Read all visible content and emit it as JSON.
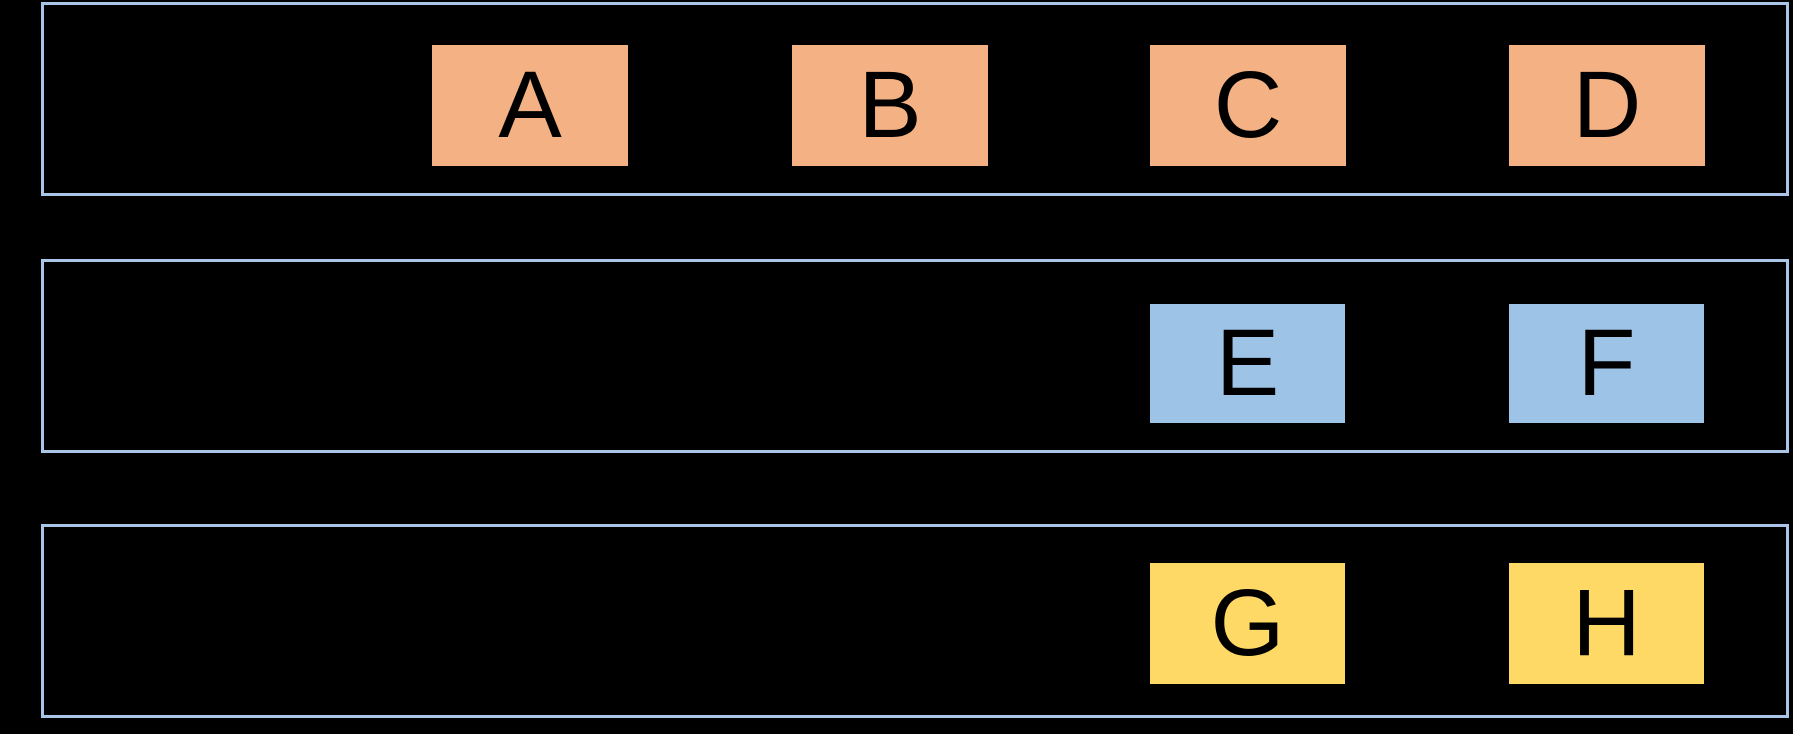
{
  "diagram": {
    "background_color": "#000000",
    "lane_border_color": "#A9C6E8",
    "label_color": "#000000",
    "lanes": [
      {
        "boxes": [
          {
            "label": "A",
            "fill": "#F4B183"
          },
          {
            "label": "B",
            "fill": "#F4B183"
          },
          {
            "label": "C",
            "fill": "#F4B183"
          },
          {
            "label": "D",
            "fill": "#F4B183"
          }
        ]
      },
      {
        "boxes": [
          {
            "label": "E",
            "fill": "#9DC3E6"
          },
          {
            "label": "F",
            "fill": "#9DC3E6"
          }
        ]
      },
      {
        "boxes": [
          {
            "label": "G",
            "fill": "#FFD966"
          },
          {
            "label": "H",
            "fill": "#FFD966"
          }
        ]
      }
    ]
  }
}
